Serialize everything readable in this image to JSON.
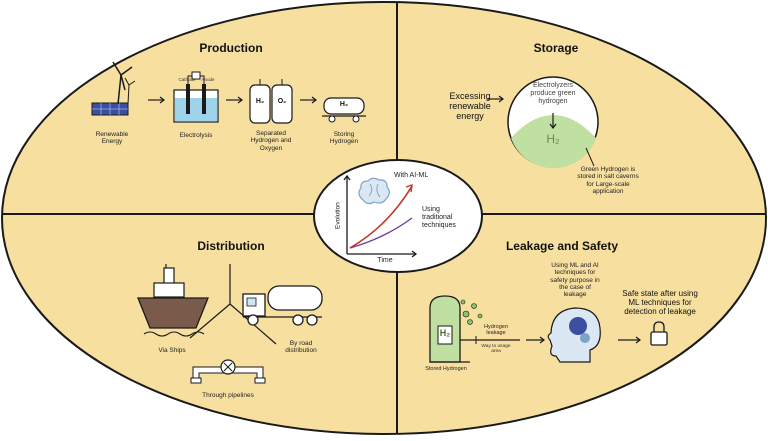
{
  "quadrants": {
    "production": {
      "title": "Production",
      "steps": [
        "Renewable Energy",
        "Electrolysis",
        "Separated Hydrogen and Oxygen",
        "Storing Hydrogen"
      ],
      "electrode_labels": [
        "Cathode",
        "Anode"
      ],
      "tank_symbols": [
        "H₂",
        "O₂"
      ],
      "truck_symbol": "H₂"
    },
    "storage": {
      "title": "Storage",
      "source_label": "Excessing renewable energy",
      "electrolyzer_label": "Electrolyzers produce green hydrogen",
      "symbol": "H₂",
      "note": "Green Hydrogen is stored in salt caverns for Large-scale application"
    },
    "distribution": {
      "title": "Distribution",
      "modes": [
        "Via Ships",
        "By road distribution",
        "Through pipelines"
      ]
    },
    "leakage_safety": {
      "title": "Leakage and Safety",
      "tank_symbol": "H₂",
      "tank_label": "Stored Hydrogen",
      "leak_label": "Hydrogen leakage",
      "zoom_label": "Way to usage area",
      "ml_label": "Using ML and AI techniques for safety purpose in the case of leakage",
      "safe_label": "Safe state after using ML techniques for detection of leakage"
    }
  },
  "center": {
    "ai_label": "With AI-ML",
    "traditional_label": "Using traditional techniques",
    "y_axis": "Evolution",
    "x_axis": "Time"
  },
  "colors": {
    "fill": "#f7dfa0",
    "stroke": "#1a1a1a",
    "green_fill": "#bfe0a0",
    "line_red": "#c0392b",
    "line_purple": "#6a3fa0",
    "brain": "#7aa3c8"
  }
}
